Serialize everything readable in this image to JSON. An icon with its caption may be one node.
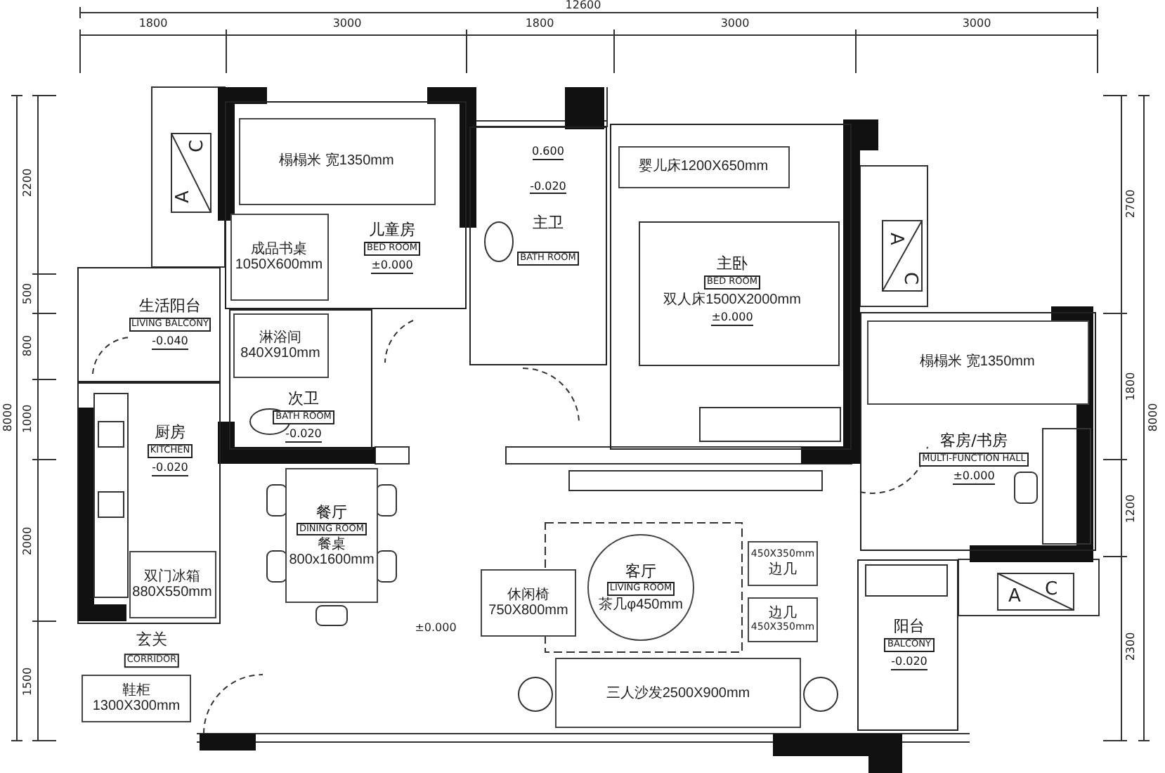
{
  "diagram": {
    "nodes": [
      {
        "text": [
          "儿童房",
          "BED ROOM",
          "±0.000"
        ]
      },
      {
        "text": [
          "榻榻米 宽1350mm"
        ],
        "in": 0
      },
      {
        "text": [
          "成品书桌 1050X600mm"
        ],
        "in": 0
      },
      {
        "text": [
          "0.600",
          "-0.020",
          "主卫",
          "BATH ROOM"
        ]
      },
      {
        "text": [
          "主卧",
          "BED ROOM",
          "双人床1500X2000mm",
          "±0.000"
        ]
      },
      {
        "text": [
          "婴儿床1200X650mm"
        ],
        "in": 4
      },
      {
        "text": [
          "生活阳台",
          "LIVING BALCONY",
          "-0.040"
        ]
      },
      {
        "text": [
          "次卫",
          "BATH ROOM",
          "-0.020"
        ]
      },
      {
        "text": [
          "淋浴间 840X910mm"
        ],
        "in": 7
      },
      {
        "text": [
          "厨房",
          "KITCHEN",
          "-0.020"
        ]
      },
      {
        "text": [
          "双门冰箱 880X550mm"
        ],
        "in": 9
      },
      {
        "text": [
          "餐厅",
          "DINING ROOM",
          "餐桌 800x1600mm"
        ]
      },
      {
        "text": [
          "鞋柜 1300X300mm"
        ]
      },
      {
        "text": [
          "休闲椅 750X800mm"
        ]
      },
      {
        "text": [
          "客厅",
          "LIVING ROOM",
          "茶几φ450mm"
        ]
      },
      {
        "text": [
          "450X350mm",
          "边几"
        ]
      },
      {
        "text": [
          "边几",
          "450X350mm"
        ]
      },
      {
        "text": [
          "三人沙发2500X900mm"
        ]
      },
      {
        "text": [
          "客房/书房",
          "MULTI-FUNCTION HALL",
          "±0.000"
        ]
      },
      {
        "text": [
          "榻榻米 宽1350mm"
        ],
        "in": 18
      },
      {
        "text": [
          "阳台",
          "BALCONY",
          "-0.020"
        ]
      }
    ],
    "labels": [
      "12600",
      "1800",
      "3000",
      "1800",
      "3000",
      "3000",
      "2200",
      "500",
      "800",
      "8000",
      "1000",
      "2000",
      "1500",
      "2700",
      "1800",
      "8000",
      "1200",
      "2300",
      "A",
      "C",
      "A",
      "C",
      "A",
      "C",
      "玄关",
      "CORRIDOR",
      "±0.000"
    ]
  }
}
